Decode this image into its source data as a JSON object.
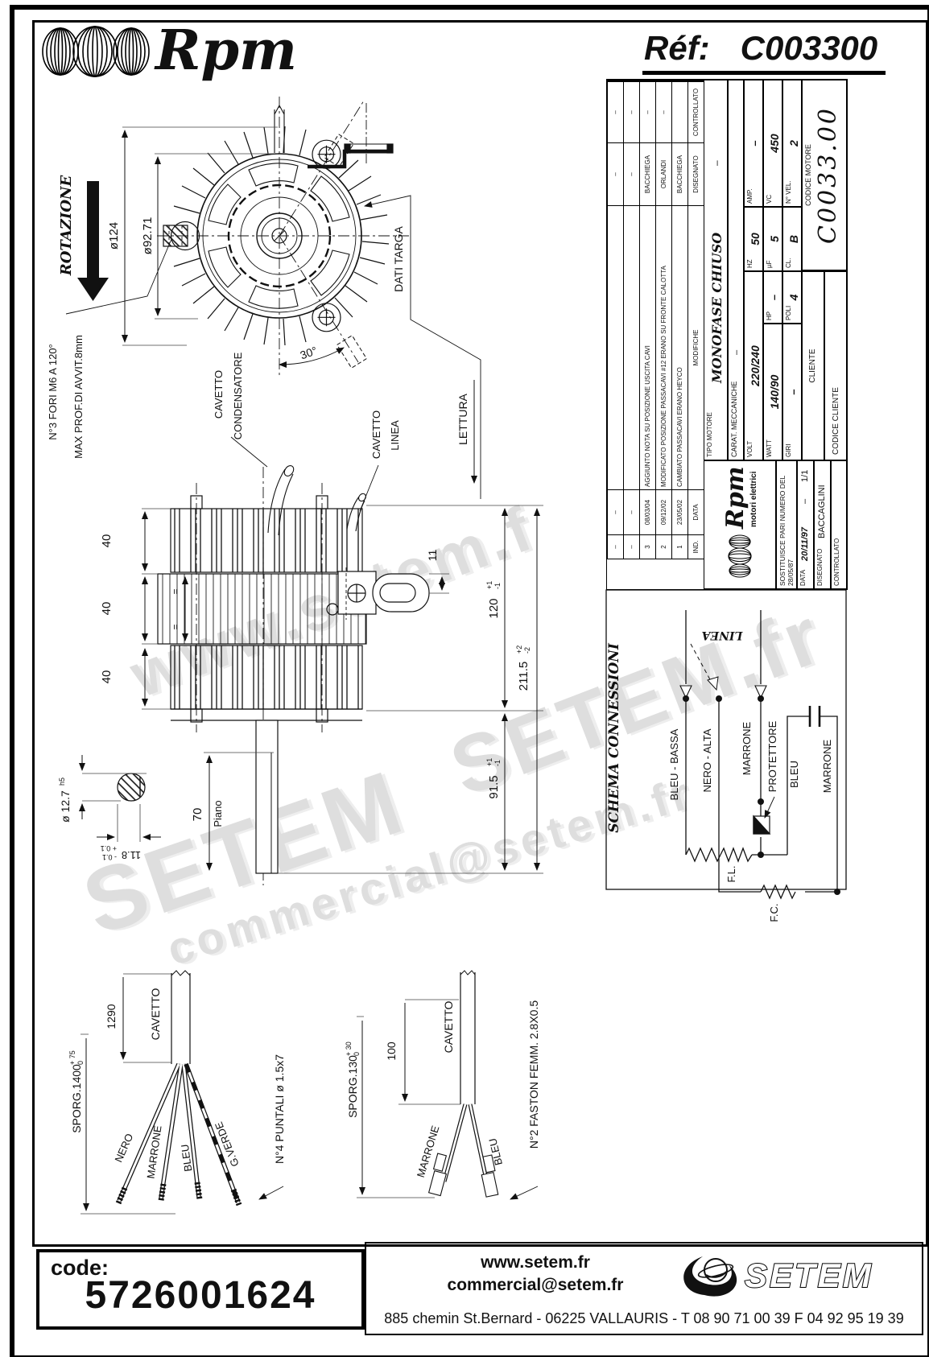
{
  "header": {
    "logo_text": "Rpm",
    "ref_label": "Réf:",
    "ref_value": "C003300"
  },
  "front_view": {
    "rotazione": "ROTAZIONE",
    "dia_outer": "ø124",
    "dia_inner": "ø92.71",
    "angle": "30°",
    "dati_targa": "DATI TARGA",
    "lettura": "LETTURA",
    "cavetto_condensatore_1": "CAVETTO",
    "cavetto_condensatore_2": "CONDENSATORE",
    "cavetto_linea_1": "CAVETTO",
    "cavetto_linea_2": "LINEA",
    "fori_note_1": "N°3 FORI M6 A 120°",
    "fori_note_2": "MAX PROF.DI AVVIT.8mm"
  },
  "side_view": {
    "dim_40a": "40",
    "dim_40b": "40",
    "dim_40c": "40",
    "eq_a": "=",
    "eq_b": "=",
    "dim_11": "11",
    "dim_120": "120",
    "dim_120_tol_p": "+1",
    "dim_120_tol_m": "-1",
    "dim_2115": "211.5",
    "dim_2115_tol_p": "+2",
    "dim_2115_tol_m": "-2",
    "dim_915": "91.5",
    "dim_915_tol_p": "+1",
    "dim_915_tol_m": "-1",
    "dim_70": "70",
    "piano": "Piano",
    "shaft_dia": "ø 12.7",
    "shaft_tol": "h5",
    "flat_dim": "11.8",
    "flat_tol_p": "+ 0.1",
    "flat_tol_m": "- 0.1"
  },
  "cable1": {
    "sporg": "SPORG.1400",
    "sporg_tol_p": "+ 75",
    "sporg_tol_m": "0",
    "len": "1290",
    "cavetto": "CAVETTO",
    "wire1": "NERO",
    "wire2": "MARRONE",
    "wire3": "BLEU",
    "wire4": "G.VERDE",
    "note": "N°4 PUNTALI ø 1.5x7"
  },
  "cable2": {
    "sporg": "SPORG.130",
    "sporg_tol_p": "+ 30",
    "sporg_tol_m": "0",
    "len": "100",
    "cavetto": "CAVETTO",
    "wire1": "MARRONE",
    "wire2": "BLEU",
    "note": "N°2 FASTON FEMM. 2.8X0.5"
  },
  "schema": {
    "title": "SCHEMA CONNESSIONI",
    "linea": "LINEA",
    "wire1": "BLEU - BASSA",
    "wire2": "NERO - ALTA",
    "wire3": "MARRONE",
    "protettore": "PROTETTORE",
    "bleu": "BLEU",
    "marrone": "MARRONE",
    "fl": "F.L.",
    "fc": "F.C."
  },
  "cartiglio": {
    "revisions": [
      {
        "ind": "–",
        "data": "–",
        "modifiche": "",
        "disegnato": "–",
        "controllato": "–"
      },
      {
        "ind": "–",
        "data": "–",
        "modifiche": "",
        "disegnato": "–",
        "controllato": "–"
      },
      {
        "ind": "3",
        "data": "08/03/04",
        "modifiche": "AGGIUNTO NOTA SU POSIZIONE USCITA CAVI",
        "disegnato": "BACCHIEGA",
        "controllato": "–"
      },
      {
        "ind": "2",
        "data": "09/12/02",
        "modifiche": "MODIFICATO POSIZIONE PASSACAVI #12 ERANO SU FRONTE CALOTTA",
        "disegnato": "ORLANDI",
        "controllato": "–"
      },
      {
        "ind": "1",
        "data": "23/05/02",
        "modifiche": "CAMBIATO PASSACAVI ERANO HEYCO",
        "disegnato": "BACCHIEGA",
        "controllato": ""
      }
    ],
    "headers": {
      "ind": "IND.",
      "data": "DATA",
      "modifiche": "MODIFICHE",
      "disegnato": "DISEGNATO",
      "controllato": "CONTROLLATO"
    },
    "tipo_motore_label": "TIPO MOTORE",
    "tipo_motore_value": "MONOFASE CHIUSO",
    "tipo_motore_dash": "–",
    "carat_label": "CARAT. MECCANICHE",
    "carat_value": "–",
    "volt_label": "VOLT",
    "volt_value": "220/240",
    "hz_label": "HZ",
    "hz_value": "50",
    "amp_label": "AMP.",
    "amp_value": "–",
    "watt_label": "WATT",
    "watt_value": "140/90",
    "hp_label": "HP",
    "hp_value": "–",
    "uf_label": "µF",
    "uf_value": "5",
    "vc_label": "VC",
    "vc_value": "450",
    "giri_label": "GIRI",
    "giri_value": "–",
    "poli_label": "POLI",
    "poli_value": "4",
    "cl_label": "CL.",
    "cl_value": "B",
    "nvel_label": "N° VEL.",
    "nvel_value": "2",
    "cliente_label": "CLIENTE",
    "codice_cliente_label": "CODICE CLIENTE",
    "codice_motore_label": "CODICE MOTORE",
    "codice_motore_value": "C0033.00",
    "logo_text": "Rpm",
    "logo_sub": "motori elettrici",
    "sostituisce": "SOSTITUISCE PARI NUMERO DEL 28/05/87",
    "data_label": "DATA",
    "data_value": "20/11/97",
    "data_dash": "–",
    "sheet": "1/1",
    "disegnato_label": "DISEGNATO",
    "disegnato_value": "BACCAGLINI",
    "controllato_label": "CONTROLLATO"
  },
  "footer": {
    "code_label": "code:",
    "code_value": "5726001624",
    "website": "www.setem.fr",
    "email": "commercial@setem.fr",
    "logo_text": "SETEM",
    "address": "885 chemin St.Bernard  -  06225 VALLAURIS  -  T 08 90 71 00 39   F 04 92 95 19 39"
  },
  "watermarks": [
    "www.setem.f",
    "SETEM",
    "SETEM.fr",
    "commercial@setem.fr"
  ],
  "colors": {
    "ink": "#111111",
    "watermark": "#c9c9c9",
    "paper": "#ffffff"
  }
}
